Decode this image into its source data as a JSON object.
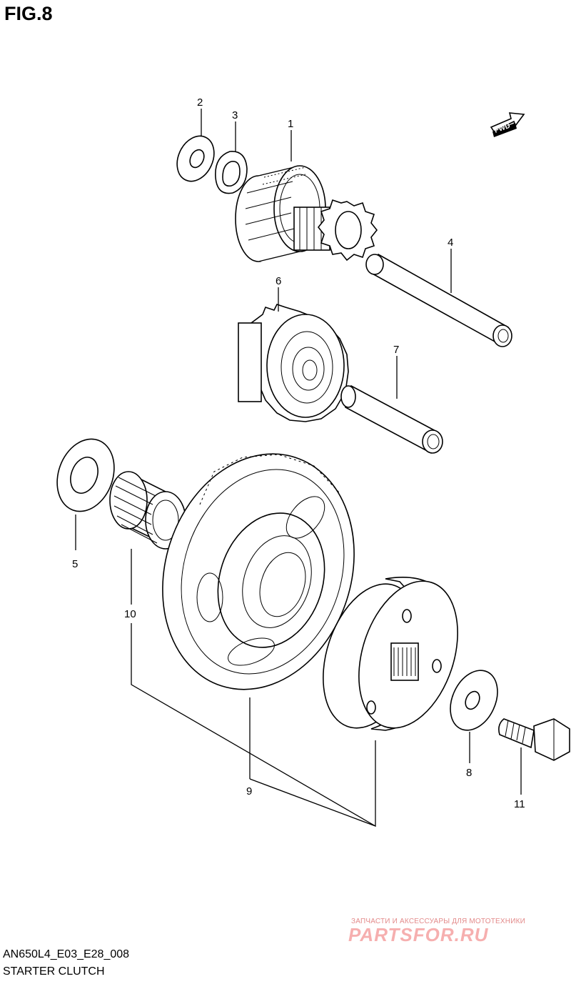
{
  "figure_label": "FIG.8",
  "fwd_arrow_text": "FWD",
  "callouts": [
    "1",
    "2",
    "3",
    "4",
    "5",
    "6",
    "7",
    "8",
    "9",
    "10",
    "11"
  ],
  "diagram_code": "AN650L4_E03_E28_008",
  "caption": "STARTER CLUTCH",
  "watermark": {
    "subtitle": "ЗАПЧАСТИ И АКСЕССУАРЫ ДЛЯ МОТОТЕХНИКИ",
    "brand": "PARTSFOR.RU",
    "color": "#ef6f6f"
  }
}
